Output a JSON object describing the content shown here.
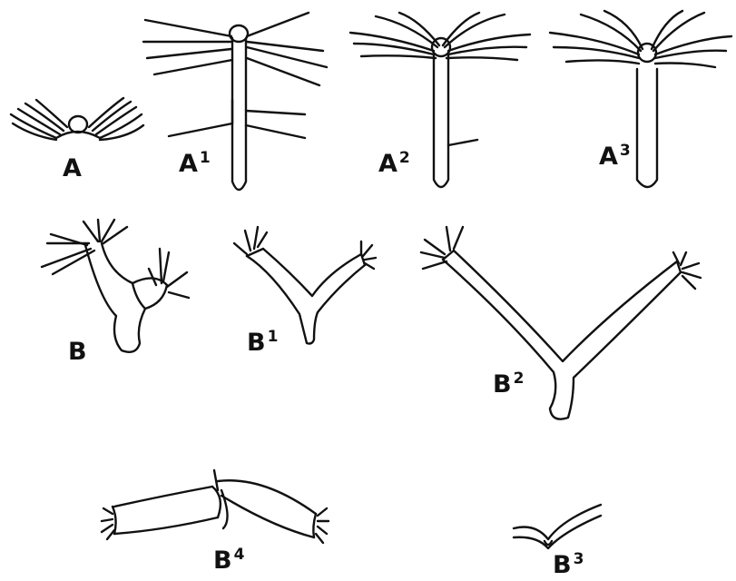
{
  "figure": {
    "labels": {
      "A": {
        "letter": "A",
        "index": ""
      },
      "A1": {
        "letter": "A",
        "index": "1"
      },
      "A2": {
        "letter": "A",
        "index": "2"
      },
      "A3": {
        "letter": "A",
        "index": "3"
      },
      "B": {
        "letter": "B",
        "index": ""
      },
      "B1": {
        "letter": "B",
        "index": "1"
      },
      "B2": {
        "letter": "B",
        "index": "2"
      },
      "B3": {
        "letter": "B",
        "index": "3"
      },
      "B4": {
        "letter": "B",
        "index": "4"
      }
    }
  }
}
